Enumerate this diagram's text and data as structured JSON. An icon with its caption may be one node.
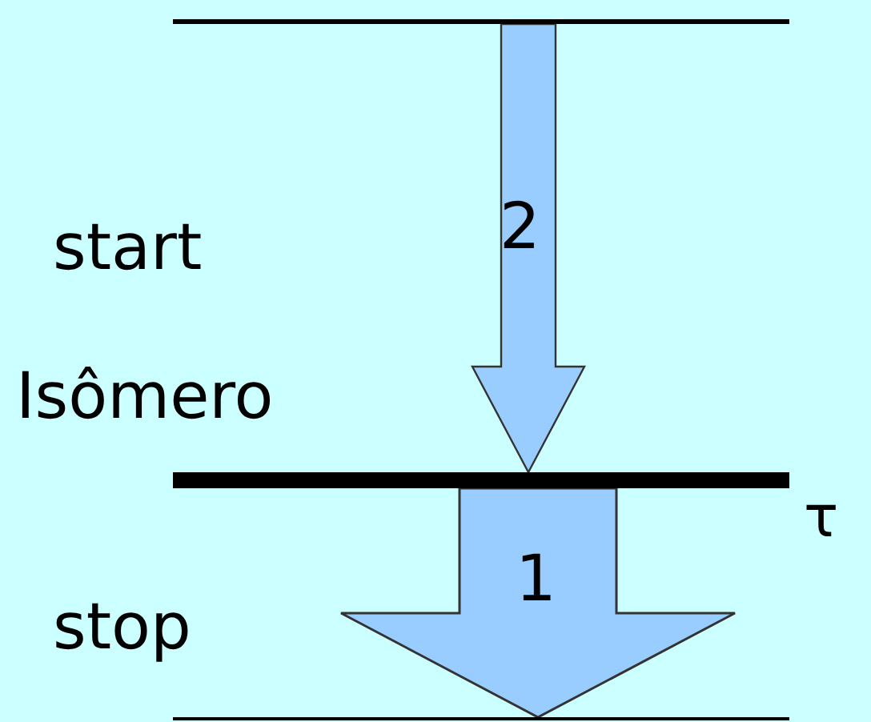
{
  "diagram": {
    "nodes": [
      {
        "text": [],
        "shape": "bar"
      },
      {
        "text": [],
        "shape": "bar",
        "beside": [
          "Isômero",
          "τ"
        ]
      },
      {
        "text": [],
        "shape": "bar"
      }
    ],
    "edges": [
      {
        "from": 0,
        "to": 1,
        "arrow": "to",
        "label": "2"
      },
      {
        "from": 1,
        "to": 2,
        "arrow": "to",
        "label": "1",
        "style": "thick"
      }
    ],
    "labels": [
      "start",
      "stop"
    ]
  }
}
